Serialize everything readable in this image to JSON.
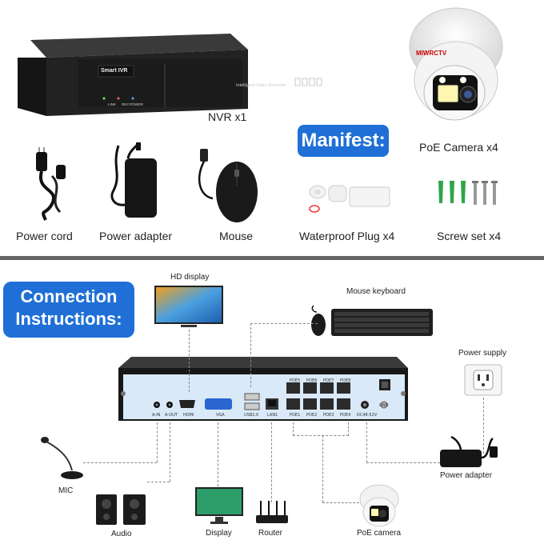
{
  "manifest": {
    "badge": "Manifest:",
    "items": {
      "nvr": "NVR x1",
      "camera": "PoE Camera x4",
      "power_cord": "Power cord",
      "power_adapter": "Power adapter",
      "mouse": "Mouse",
      "waterproof": "Waterproof Plug x4",
      "screws": "Screw set x4"
    },
    "nvr_front": {
      "brand": "Smart IVR",
      "subtitle": "Intelligent Video Recorder",
      "leds": [
        "LINK",
        "REC",
        "POWER"
      ]
    },
    "camera_brand": "MIWRCTV"
  },
  "connection": {
    "badge_line1": "Connection",
    "badge_line2": "Instructions:",
    "labels": {
      "hd_display": "HD display",
      "mouse_keyboard": "Mouse keyboard",
      "power_supply": "Power supply",
      "mic": "MIC",
      "audio": "Audio",
      "display": "Display",
      "router": "Router",
      "poe_camera": "PoE camera",
      "power_adapter": "Power adapter"
    },
    "ports": {
      "ain": "A-IN",
      "aout": "A-OUT",
      "hdmi": "HDMI",
      "vga": "VGA",
      "usb": "USB2.0",
      "lan": "LAN1",
      "poe1": "POE1",
      "poe2": "POE2",
      "poe3": "POE3",
      "poe4": "POE4",
      "poe5": "POE5",
      "poe6": "POE6",
      "poe7": "POE7",
      "poe8": "POE8",
      "dc": "DC48-52V",
      "gnd": "GND"
    }
  },
  "colors": {
    "badge_blue": "#1f6fd6",
    "nvr_black": "#1c1c1c",
    "panel_blue": "#d9e9f8"
  }
}
